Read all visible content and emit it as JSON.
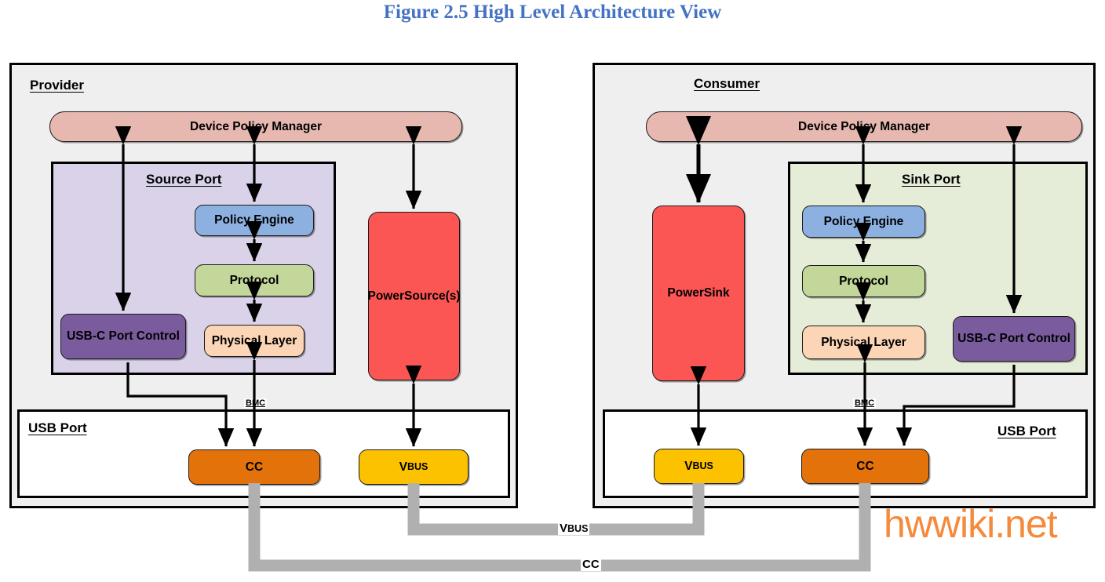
{
  "figure": {
    "title": "Figure 2.5 High Level Architecture View",
    "title_color": "#4472c4"
  },
  "watermark": {
    "text": "hwwiki.net",
    "color": "#f58a3c"
  },
  "provider": {
    "panel_label": "Provider",
    "device_policy_manager": "Device Policy Manager",
    "port": {
      "title": "Source Port",
      "fill": "#d9d2e9",
      "blocks": {
        "policy_engine": "Policy Engine",
        "protocol": "Protocol",
        "physical_layer": "Physical Layer",
        "usb_c_port_control": "USB-C Port Control"
      }
    },
    "power": {
      "label": "Power Source(s)",
      "line1": "Power",
      "line2": "Source(s)",
      "fill": "#fb5654"
    },
    "usb_port": {
      "title": "USB Port",
      "cc": "CC",
      "vbus_prefix": "V",
      "vbus_suffix": "BUS",
      "cc_fill": "#e3720a",
      "vbus_fill": "#fcc200"
    },
    "bmc_label": "BMC"
  },
  "consumer": {
    "panel_label": "Consumer",
    "device_policy_manager": "Device Policy Manager",
    "port": {
      "title": "Sink Port",
      "fill": "#e5ecd8",
      "blocks": {
        "policy_engine": "Policy Engine",
        "protocol": "Protocol",
        "physical_layer": "Physical Layer",
        "usb_c_port_control": "USB-C Port Control"
      }
    },
    "power": {
      "label": "Power Sink",
      "line1": "Power",
      "line2": "Sink",
      "fill": "#fb5654"
    },
    "usb_port": {
      "title": "USB Port",
      "cc": "CC",
      "vbus_prefix": "V",
      "vbus_suffix": "BUS",
      "cc_fill": "#e3720a",
      "vbus_fill": "#fcc200"
    },
    "bmc_label": "BMC"
  },
  "cables": {
    "vbus_prefix": "V",
    "vbus_suffix": "BUS",
    "cc": "CC",
    "color": "#b0b0b0"
  },
  "palette": {
    "policy_engine": "#8cb0e0",
    "protocol": "#c4d79b",
    "physical_layer": "#fbd5b5",
    "usb_c_port_control": "#7a5c9e",
    "device_policy_manager": "#e6b8b0",
    "panel_bg": "#efefef",
    "stroke": "#000000"
  }
}
